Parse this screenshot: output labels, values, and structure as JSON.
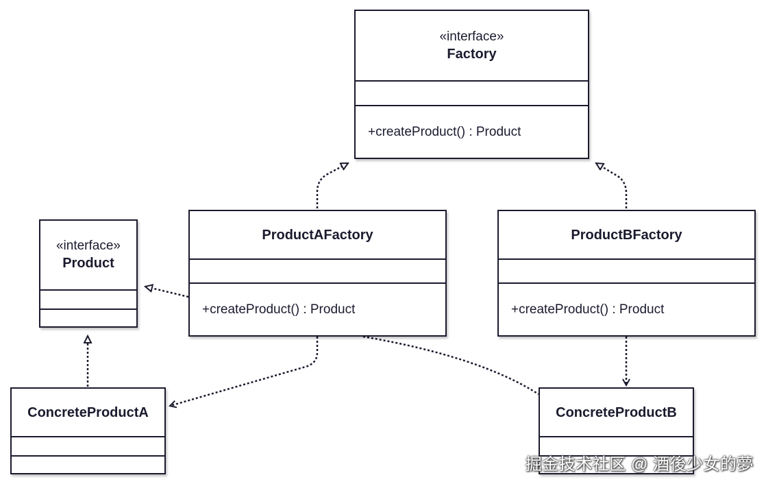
{
  "classes": {
    "factory": {
      "stereotype": "«interface»",
      "name": "Factory",
      "method": "+createProduct() : Product"
    },
    "product": {
      "stereotype": "«interface»",
      "name": "Product"
    },
    "productAFactory": {
      "name": "ProductAFactory",
      "method": "+createProduct() : Product"
    },
    "productBFactory": {
      "name": "ProductBFactory",
      "method": "+createProduct() : Product"
    },
    "concreteProductA": {
      "name": "ConcreteProductA"
    },
    "concreteProductB": {
      "name": "ConcreteProductB"
    }
  },
  "relations": [
    {
      "from": "ProductAFactory",
      "to": "Factory",
      "kind": "realization"
    },
    {
      "from": "ProductBFactory",
      "to": "Factory",
      "kind": "realization"
    },
    {
      "from": "ProductAFactory",
      "to": "Product",
      "kind": "realization"
    },
    {
      "from": "ConcreteProductA",
      "to": "Product",
      "kind": "realization"
    },
    {
      "from": "ProductAFactory",
      "to": "ConcreteProductA",
      "kind": "dependency"
    },
    {
      "from": "ProductAFactory",
      "to": "ConcreteProductB",
      "kind": "association"
    },
    {
      "from": "ProductBFactory",
      "to": "ConcreteProductB",
      "kind": "dependency"
    }
  ],
  "watermark": "掘金技术社区 @ 酒後少女的夢",
  "colors": {
    "line": "#1a1a2e",
    "background": "#ffffff"
  }
}
